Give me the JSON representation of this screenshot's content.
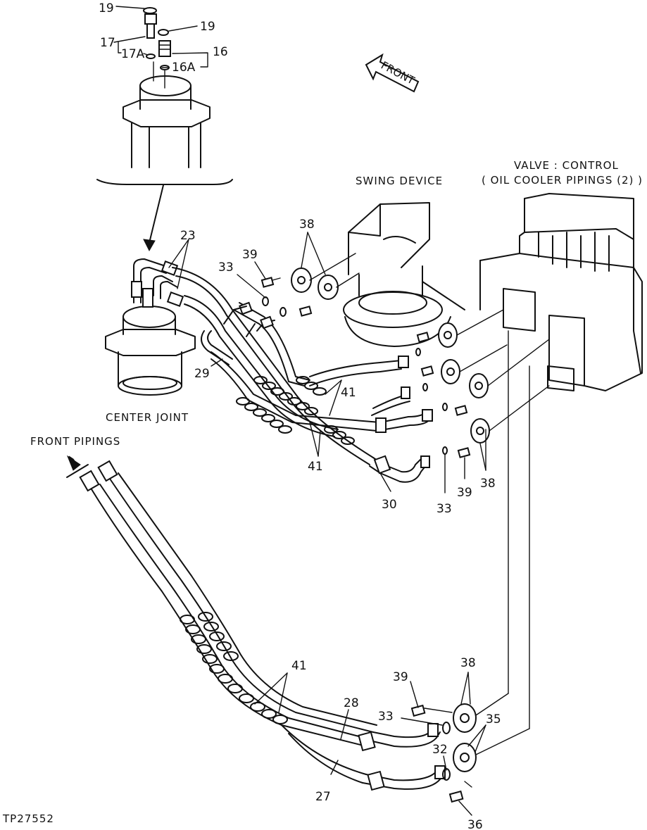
{
  "diagram": {
    "captions": {
      "front_arrow": "FRONT",
      "swing_device": "SWING DEVICE",
      "valve_control": "VALVE : CONTROL",
      "oil_cooler": "( OIL COOLER PIPINGS (2) )",
      "center_joint": "CENTER JOINT",
      "front_pipings": "FRONT PIPINGS",
      "figure_id": "TP27552"
    },
    "callouts": {
      "c19_top": "19",
      "c19_side": "19",
      "c17": "17",
      "c17a": "17A",
      "c16": "16",
      "c16a": "16A",
      "c23": "23",
      "c38_top": "38",
      "c39_top": "39",
      "c33_top": "33",
      "c29": "29",
      "c41_mid_a": "41",
      "c41_mid_b": "41",
      "c30": "30",
      "c33_mid": "33",
      "c39_mid": "39",
      "c38_mid": "38",
      "c41_low": "41",
      "c38_low": "38",
      "c39_low": "39",
      "c33_low": "33",
      "c28": "28",
      "c35": "35",
      "c32": "32",
      "c27": "27",
      "c36": "36"
    }
  }
}
